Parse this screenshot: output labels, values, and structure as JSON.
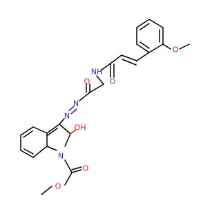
{
  "diagram": {
    "type": "chemical-structure",
    "colors": {
      "carbon_bond": "#000000",
      "nitrogen": "#2b2bd9",
      "oxygen": "#e02020",
      "background": "#ffffff"
    },
    "atom_labels": [
      {
        "id": "o-methoxy",
        "text": "O",
        "element": "O"
      },
      {
        "id": "nh-amide",
        "text": "NH",
        "element": "N"
      },
      {
        "id": "o-amide-carbonyl",
        "text": "O",
        "element": "O"
      },
      {
        "id": "o-hydrazide-carbonyl",
        "text": "O",
        "element": "O"
      },
      {
        "id": "n-azo-1",
        "text": "N",
        "element": "N"
      },
      {
        "id": "n-azo-2",
        "text": "N",
        "element": "N"
      },
      {
        "id": "n-indole",
        "text": "N",
        "element": "N"
      },
      {
        "id": "o-hydroxy",
        "text": "OH",
        "element": "O"
      },
      {
        "id": "o-ester-carbonyl",
        "text": "O",
        "element": "O"
      },
      {
        "id": "o-ester-ether",
        "text": "O",
        "element": "O"
      }
    ]
  }
}
